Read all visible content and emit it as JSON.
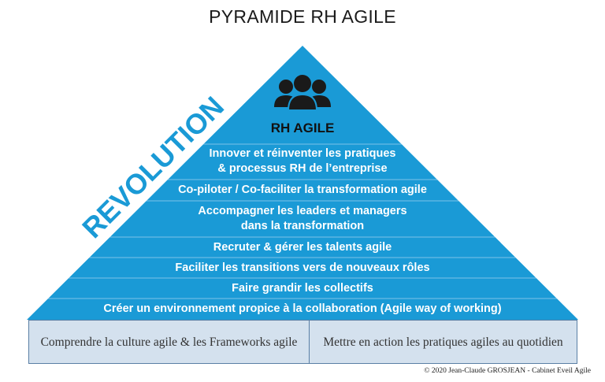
{
  "title": "PYRAMIDE RH AGILE",
  "apex_label": "RH AGILE",
  "side_label": "REVOLUTION",
  "levels": [
    "Innover et réinventer les pratiques\n& processus RH de l’entreprise",
    "Co-piloter / Co-faciliter la transformation agile",
    "Accompagner les leaders et managers\ndans la transformation",
    "Recruter & gérer les talents agile",
    "Faciliter les transitions vers de nouveaux rôles",
    "Faire grandir les collectifs",
    "Créer un environnement propice à la collaboration (Agile way of working)"
  ],
  "base": [
    "Comprendre la culture agile & les Frameworks agile",
    "Mettre en action les pratiques agiles au quotidien"
  ],
  "copyright": "© 2020 Jean-Claude GROSJEAN - Cabinet Eveil Agile",
  "colors": {
    "pyramid": "#1a9ad6",
    "side_label": "#1a9ad6",
    "base_fill": "#d4e1ee",
    "base_border": "#5a7fa5"
  },
  "icons": [
    "people-group-icon"
  ]
}
